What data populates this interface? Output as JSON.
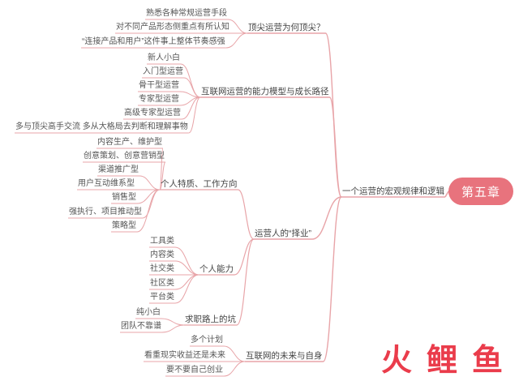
{
  "root": {
    "label": "第五章"
  },
  "main": {
    "label": "一个运营的宏观规律和逻辑"
  },
  "branches": {
    "b1": {
      "label": "顶尖运营为何顶尖？",
      "leaves": [
        "熟悉各种常规运营手段",
        "对不同产品形态侧重点有所认知",
        "“连接产品和用户”这件事上整体节奏感强"
      ]
    },
    "b2": {
      "label": "互联网运营的能力模型与成长路径",
      "leaves": [
        "新人小白",
        "入门型运营",
        "骨干型运营",
        "专家型运营",
        "高级专家型运营",
        "多与顶尖高手交流 多从大格局去判断和理解事物"
      ]
    },
    "b3": {
      "label": "运营人的“择业”",
      "subs": {
        "s1": {
          "label": "个人特质、工作方向",
          "leaves": [
            "内容生产、维护型",
            "创意策划、创意营销型",
            "渠道推广型",
            "用户互动维系型",
            "销售型",
            "强执行、项目推动型",
            "策略型"
          ]
        },
        "s2": {
          "label": "个人能力",
          "leaves": [
            "工具类",
            "内容类",
            "社交类",
            "社区类",
            "平台类"
          ]
        },
        "s3": {
          "label": "求职路上的坑",
          "leaves": [
            "纯小白",
            "团队不靠谱"
          ]
        }
      }
    },
    "b4": {
      "label": "互联网的未来与自身",
      "leaves": [
        "多个计划",
        "看重现实收益还是未来",
        "要不要自己创业"
      ]
    }
  },
  "logo": {
    "chars": [
      "火",
      "鲤",
      "鱼"
    ]
  },
  "colors": {
    "line": "#e8a4a8",
    "root": "#e8737d",
    "logo": "#ea3c4b"
  }
}
